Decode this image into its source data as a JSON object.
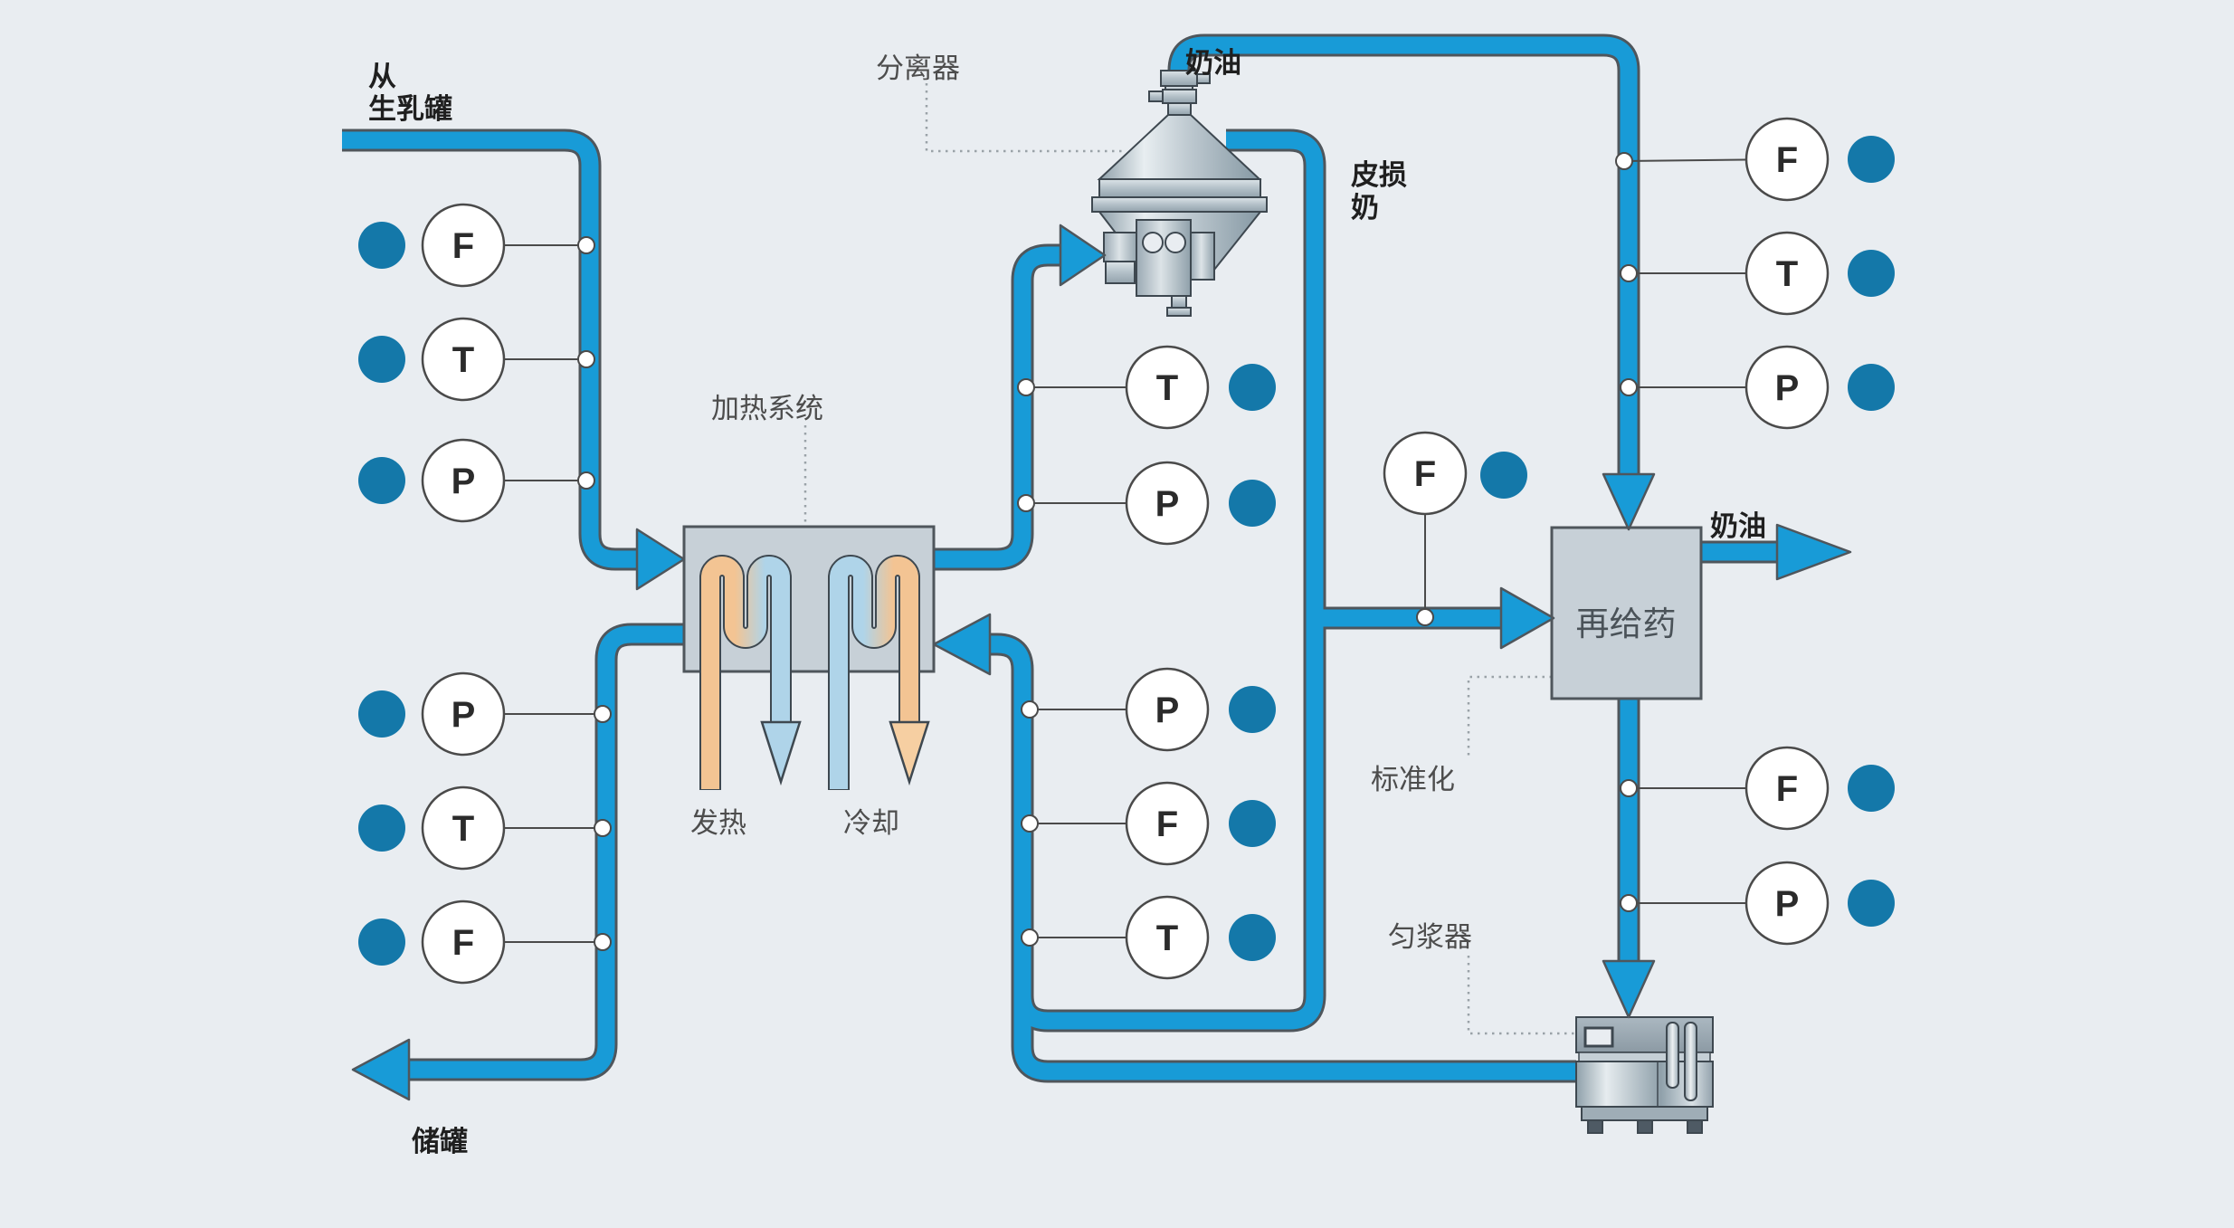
{
  "diagram": {
    "background": "#E9EDF1",
    "colors": {
      "pipe": "#189BD7",
      "pipe_outline": "#4F565C",
      "indicator_dot": "#1478A9",
      "equipment_fill": "#C7D0D7",
      "equipment_outline": "#3E4850",
      "hot_coil": "#F3C493",
      "cold_coil": "#AFD4E9",
      "text_dark": "#1F1F1F",
      "text_gray": "#4D4D4D",
      "dotted_line": "#9AA2A8"
    },
    "labels": {
      "from_tank_line1": "从",
      "from_tank_line2": "生乳罐",
      "separator": "分离器",
      "cream_top": "奶油",
      "skim_line1": "皮损",
      "skim_line2": "奶",
      "heating_system": "加热系统",
      "heating": "发热",
      "cooling": "冷却",
      "storage_tank": "储罐",
      "redosing_unit": "再给药",
      "cream_out": "奶油",
      "standardization": "标准化",
      "homogenizer": "匀浆器"
    },
    "sensors": [
      {
        "letter": "F",
        "circle": [
          512,
          271
        ],
        "badge": [
          422,
          271
        ],
        "tap": [
          648,
          271
        ]
      },
      {
        "letter": "T",
        "circle": [
          512,
          397
        ],
        "badge": [
          422,
          397
        ],
        "tap": [
          648,
          397
        ]
      },
      {
        "letter": "P",
        "circle": [
          512,
          531
        ],
        "badge": [
          422,
          531
        ],
        "tap": [
          648,
          531
        ]
      },
      {
        "letter": "P",
        "circle": [
          512,
          789
        ],
        "badge": [
          422,
          789
        ],
        "tap": [
          666,
          789
        ]
      },
      {
        "letter": "T",
        "circle": [
          512,
          915
        ],
        "badge": [
          422,
          915
        ],
        "tap": [
          666,
          915
        ]
      },
      {
        "letter": "F",
        "circle": [
          512,
          1041
        ],
        "badge": [
          422,
          1041
        ],
        "tap": [
          666,
          1041
        ]
      },
      {
        "letter": "T",
        "circle": [
          1290,
          428
        ],
        "badge": [
          1384,
          428
        ],
        "tap": [
          1134,
          428
        ]
      },
      {
        "letter": "P",
        "circle": [
          1290,
          556
        ],
        "badge": [
          1384,
          556
        ],
        "tap": [
          1134,
          556
        ]
      },
      {
        "letter": "F",
        "circle": [
          1975,
          176
        ],
        "badge": [
          2068,
          176
        ],
        "tap": [
          1795,
          178
        ]
      },
      {
        "letter": "T",
        "circle": [
          1975,
          302
        ],
        "badge": [
          2068,
          302
        ],
        "tap": [
          1800,
          302
        ]
      },
      {
        "letter": "P",
        "circle": [
          1975,
          428
        ],
        "badge": [
          2068,
          428
        ],
        "tap": [
          1800,
          428
        ]
      },
      {
        "letter": "F",
        "circle": [
          1575,
          523
        ],
        "badge": [
          1662,
          525
        ],
        "tap": [
          1575,
          682
        ]
      },
      {
        "letter": "P",
        "circle": [
          1290,
          784
        ],
        "badge": [
          1384,
          784
        ],
        "tap": [
          1138,
          784
        ]
      },
      {
        "letter": "F",
        "circle": [
          1290,
          910
        ],
        "badge": [
          1384,
          910
        ],
        "tap": [
          1138,
          910
        ]
      },
      {
        "letter": "T",
        "circle": [
          1290,
          1036
        ],
        "badge": [
          1384,
          1036
        ],
        "tap": [
          1138,
          1036
        ]
      },
      {
        "letter": "F",
        "circle": [
          1975,
          871
        ],
        "badge": [
          2068,
          871
        ],
        "tap": [
          1800,
          871
        ]
      },
      {
        "letter": "P",
        "circle": [
          1975,
          998
        ],
        "badge": [
          2068,
          998
        ],
        "tap": [
          1800,
          998
        ]
      }
    ]
  }
}
